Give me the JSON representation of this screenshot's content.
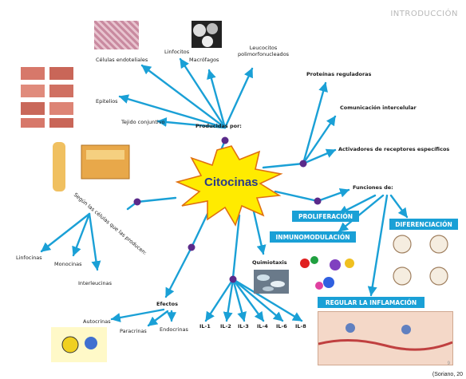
{
  "header": {
    "title": "INTRODUCCIÓN"
  },
  "center": {
    "label": "Citocinas"
  },
  "producidas": {
    "label": "Producidas por:",
    "items": [
      "Células endoteliales",
      "Linfocitos",
      "Macrófagos",
      "Leucocitos\npolimorfonucleados",
      "Epitelios",
      "Tejido conjuntivo"
    ]
  },
  "funciones": {
    "label": "Funciones de:",
    "top_items": [
      "Proteínas reguladoras",
      "Comunicación intercelular",
      "Activadores de receptores  específicos"
    ],
    "boxes": [
      "PROLIFERACIÓN",
      "INMUNOMODULACIÓN",
      "DIFERENCIACIÓN",
      "REGULAR LA INFLAMACIÓN"
    ],
    "quimiotaxis": "Quimiotaxis"
  },
  "segun": {
    "label": "Según las células que las producen:",
    "items": [
      "Linfocinas",
      "Monocinas",
      "Interleucinas"
    ]
  },
  "efectos": {
    "label": "Efectos",
    "items": [
      "Autocrinas",
      "Paracrinas",
      "Endocrinas"
    ]
  },
  "interleukins": [
    "IL-1",
    "IL-2",
    "IL-3",
    "IL-4",
    "IL-6",
    "IL-8"
  ],
  "footer": {
    "citation": "(Soriano, 20",
    "page": "9"
  },
  "colors": {
    "arrow": "#1aa0d6",
    "node": "#5a2a8a",
    "star_fill": "#ffeb00",
    "star_stroke": "#e07010",
    "box": "#1aa0d6",
    "center_text": "#2a3a8a"
  },
  "images": [
    "tissue-micrograph",
    "macrophage-micrograph",
    "epithelium-diagrams",
    "bone-connective-tissue",
    "chemotaxis-micrograph",
    "protein-structures",
    "differentiating-cells",
    "inflammation-diagram",
    "endocrine-diagram"
  ]
}
